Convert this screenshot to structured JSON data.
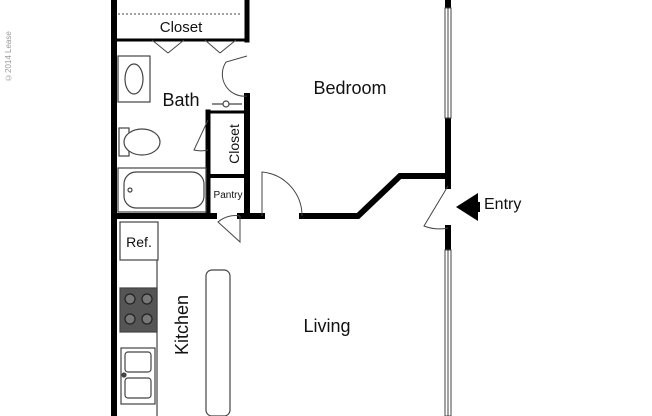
{
  "copyright": "©2014 Lease",
  "rooms": {
    "closet_top": "Closet",
    "bath": "Bath",
    "bedroom": "Bedroom",
    "closet_side": "Closet",
    "pantry": "Pantry",
    "entry": "Entry",
    "ref": "Ref.",
    "kitchen": "Kitchen",
    "living": "Living"
  },
  "colors": {
    "wall": "#000000",
    "fixture": "#555555",
    "fill": "#f0f0f0",
    "cooktop": "#555555"
  }
}
